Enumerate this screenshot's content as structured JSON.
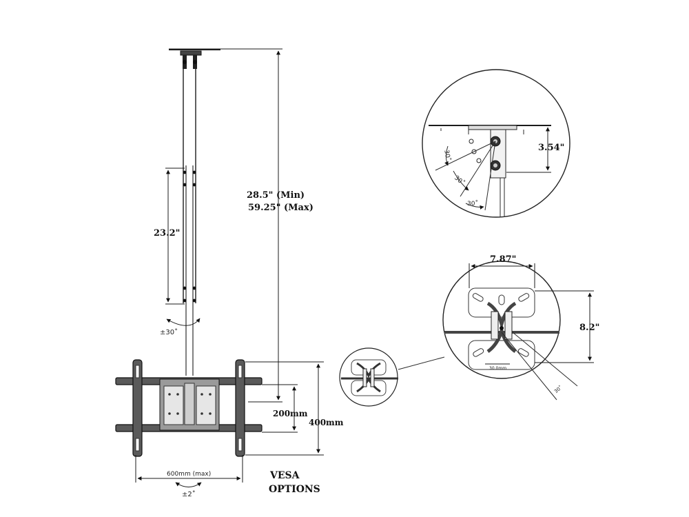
{
  "dimensions": {
    "total_height_min": "28.5\" (Min)",
    "total_height_max": "59.25\" (Max)",
    "extension": "23.2\"",
    "swivel": "±30˚",
    "vesa_vertical_small": "200mm",
    "vesa_vertical_large": "400mm",
    "vesa_horizontal": "600mm (max)",
    "tilt_bottom": "±2˚",
    "ceiling_plate_height": "3.54\"",
    "tilt_angle": "30˚",
    "bracket_width": "7.87\"",
    "bracket_height": "8.2\"",
    "small_label": "30.0mm"
  },
  "caption": {
    "line1": "VESA",
    "line2": "OPTIONS"
  }
}
